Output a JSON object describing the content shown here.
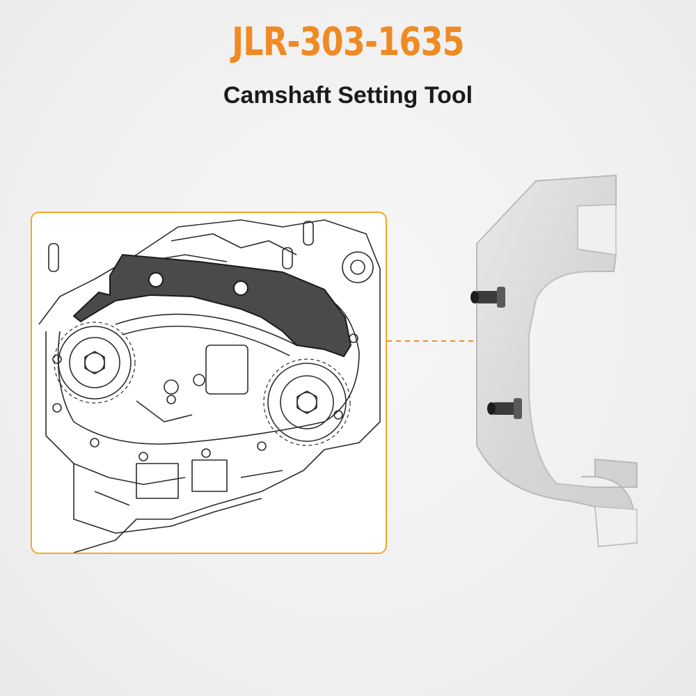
{
  "header": {
    "part_number": "JLR-303-1635",
    "product_name": "Camshaft Setting Tool"
  },
  "colors": {
    "accent": "#f08a24",
    "box_border": "#f5a623",
    "tool_dark": "#4a4a4a",
    "plate_light": "#dcdcdc"
  },
  "icons": {
    "diagram": "engine-camshaft-diagram",
    "product": "camshaft-locking-plate",
    "marker": "orange-dot-marker"
  }
}
